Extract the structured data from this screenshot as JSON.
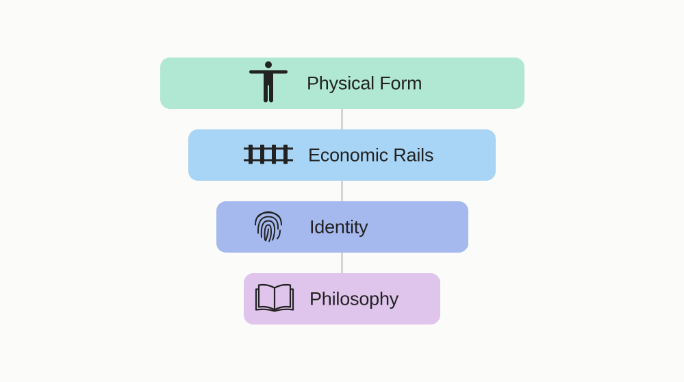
{
  "diagram": {
    "layers": [
      {
        "label": "Physical Form",
        "icon": "person-icon"
      },
      {
        "label": "Economic Rails",
        "icon": "rail-track-icon"
      },
      {
        "label": "Identity",
        "icon": "fingerprint-icon"
      },
      {
        "label": "Philosophy",
        "icon": "open-book-icon"
      }
    ]
  }
}
